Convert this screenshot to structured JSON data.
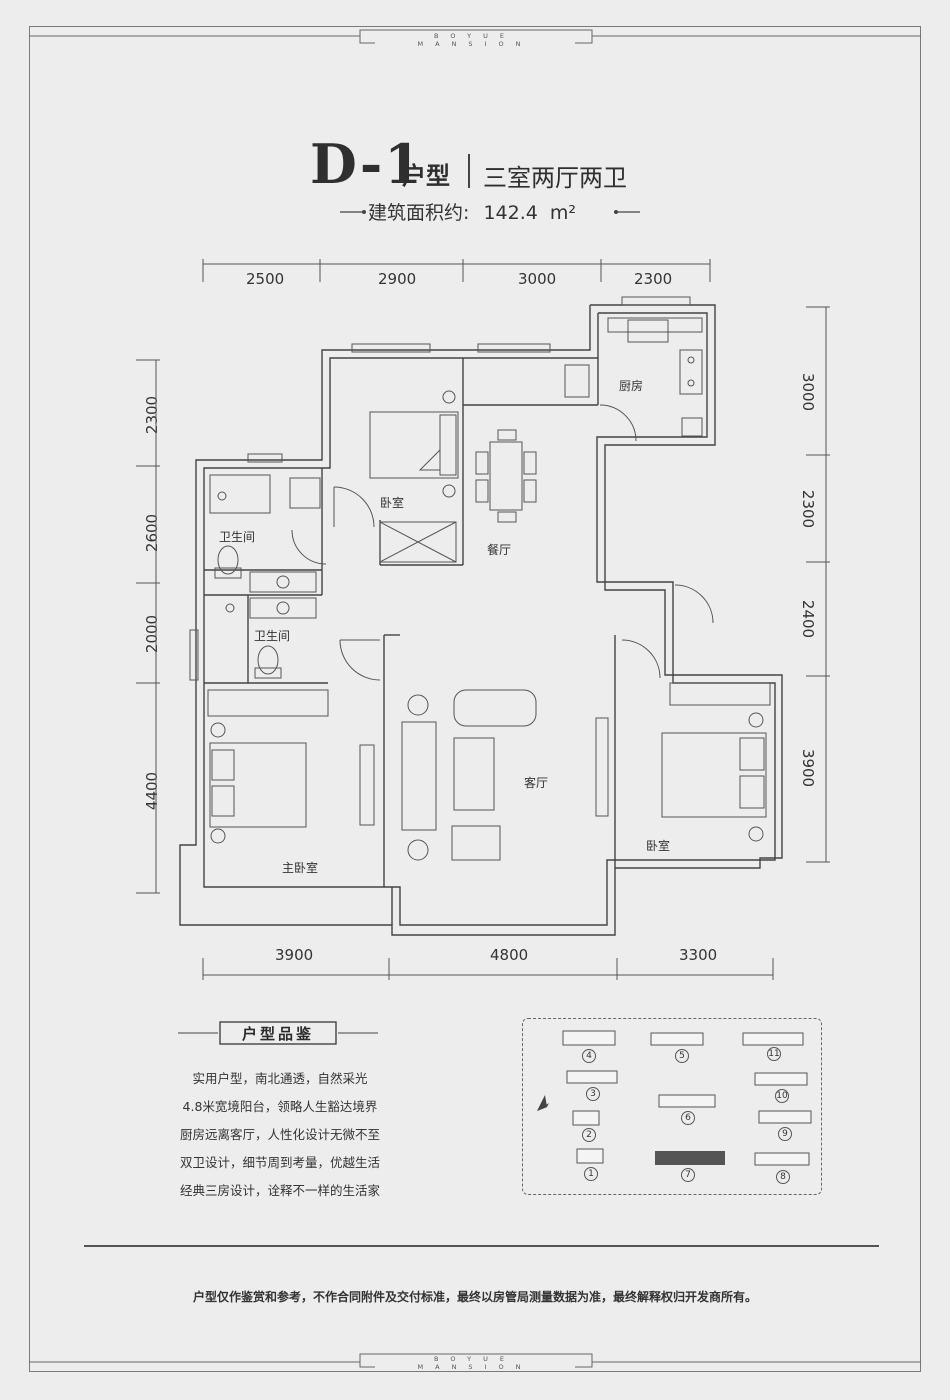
{
  "brand": "BOYUE MANSION",
  "plan": {
    "code": "D-1",
    "type_word": "户型",
    "layout": "三室两厅两卫",
    "area_label": "建筑面积约:",
    "area_value": "142.4",
    "area_unit": "m²"
  },
  "dimensions": {
    "top": [
      "2500",
      "2900",
      "3000",
      "2300"
    ],
    "bottom": [
      "3900",
      "4800",
      "3300"
    ],
    "left": [
      "2300",
      "2600",
      "2000",
      "4400"
    ],
    "right": [
      "3000",
      "2300",
      "2400",
      "3900"
    ]
  },
  "rooms": {
    "kitchen": "厨房",
    "bedroom_north": "卧室",
    "dining": "餐厅",
    "bath1": "卫生间",
    "bath2": "卫生间",
    "living": "客厅",
    "master": "主卧室",
    "bedroom_east": "卧室"
  },
  "appreciation": {
    "title": "户型品鉴",
    "lines": [
      "实用户型，南北通透，自然采光",
      "4.8米宽境阳台，领略人生豁达境界",
      "厨房远离客厅，人性化设计无微不至",
      "双卫设计，细节周到考量，优越生活",
      "经典三房设计，诠释不一样的生活家"
    ]
  },
  "sitemap": {
    "buildings": [
      "4",
      "5",
      "11",
      "3",
      "10",
      "6",
      "2",
      "9",
      "1",
      "7",
      "8"
    ]
  },
  "disclaimer": "户型仅作鉴赏和参考，不作合同附件及交付标准，最终以房管局测量数据为准，最终解释权归开发商所有。"
}
